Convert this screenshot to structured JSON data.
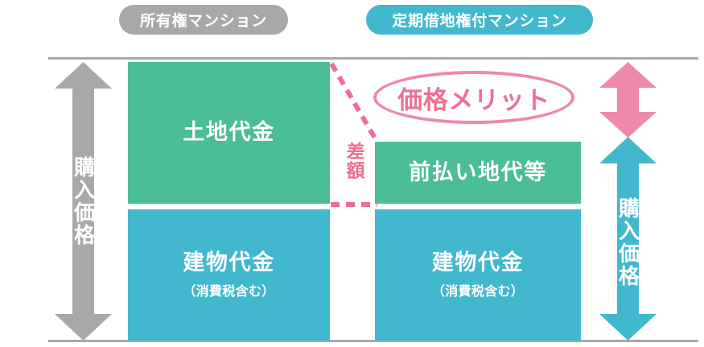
{
  "header": {
    "pills": [
      {
        "label": "所有権マンション",
        "color": "#a8a8a8"
      },
      {
        "label": "定期借地権付マンション",
        "color": "#42b8ce"
      }
    ]
  },
  "colors": {
    "green": "#4bbd99",
    "blue": "#42b8ce",
    "pink": "#ee89ab",
    "pink_text": "#ee6f93",
    "gray": "#a8a8a8",
    "white": "#ffffff"
  },
  "left_column": {
    "axis_label": "購入価格",
    "blocks": [
      {
        "title": "土地代金",
        "subtitle": ""
      },
      {
        "title": "建物代金",
        "subtitle": "（消費税含む）"
      }
    ]
  },
  "right_column": {
    "axis_label": "購入価格",
    "blocks": [
      {
        "title": "前払い地代等",
        "subtitle": ""
      },
      {
        "title": "建物代金",
        "subtitle": "（消費税含む）"
      }
    ]
  },
  "annotations": {
    "difference_label": "差額",
    "merit_label": "価格メリット"
  }
}
